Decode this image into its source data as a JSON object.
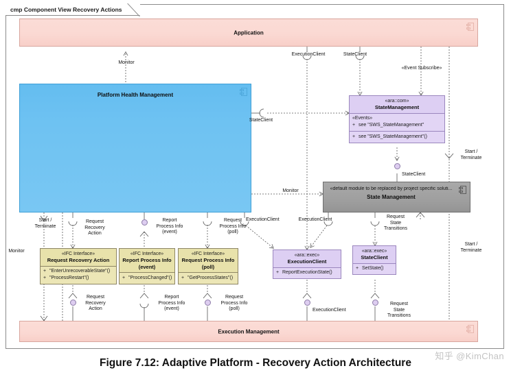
{
  "diagram": {
    "frame_label": "cmp Component View Recovery Actions",
    "caption": "Figure 7.12: Adaptive Platform - Recovery Action Architecture",
    "watermark": "知乎 @KimChan",
    "colors": {
      "band_fill": "#fbdcd6",
      "band_border": "#d8a69e",
      "phm_fill": "#6ec2f2",
      "phm_border": "#3f9fd6",
      "gray_fill": "#9f9f9f",
      "gray_border": "#6e6e6e",
      "yellow_fill": "#ece6b6",
      "yellow_border": "#8d8564",
      "purple_fill": "#e2d5f5",
      "purple_border": "#9a86bd",
      "ball_fill": "#ddcdf0",
      "wire": "#555555"
    }
  },
  "components": {
    "application": {
      "title": "Application",
      "icon": "component-icon"
    },
    "platform_health_management": {
      "title": "Platform Health Management",
      "icon": "component-icon"
    },
    "state_management_default": {
      "stereotype": "«default module to be replaced by project specific soluti...",
      "title": "State Management",
      "icon": "component-icon"
    },
    "execution_management": {
      "title": "Execution Management",
      "icon": "component-icon"
    }
  },
  "classifiers": [
    {
      "id": "request-recovery-action",
      "stereotype": "«IFC Interface»",
      "name": "Request Recovery Action",
      "name2": "",
      "operations": [
        "\"EnterUnrecoverableState\"()",
        "\"ProcessRestart\"()"
      ],
      "kind": "yellow"
    },
    {
      "id": "report-process-info",
      "stereotype": "«IFC Interface»",
      "name": "Report Process Info",
      "name2": "(event)",
      "operations": [
        "\"ProcessChanged\"()"
      ],
      "kind": "yellow"
    },
    {
      "id": "request-process-info",
      "stereotype": "«IFC Interface»",
      "name": "Request Process Info",
      "name2": "(poll)",
      "operations": [
        "\"GetProcessStates\"()"
      ],
      "kind": "yellow"
    },
    {
      "id": "execution-client",
      "stereotype": "«ara::exec»",
      "name": "ExecutionClient",
      "name2": "",
      "operations": [
        "ReportExecutionState()"
      ],
      "kind": "purple"
    },
    {
      "id": "state-client",
      "stereotype": "«ara::exec»",
      "name": "StateClient",
      "name2": "",
      "operations": [
        "SetState()"
      ],
      "kind": "purple"
    }
  ],
  "state_management_iface": {
    "stereotype": "«ara::com»",
    "name": "StateManagement",
    "events_label": "«Events»",
    "events": [
      "see \"SWS_StateManagement\""
    ],
    "operations": [
      "see \"SWS_StateManagement\"()"
    ]
  },
  "edge_labels": {
    "monitor_top": "Monitor",
    "monitor_left": "Monitor",
    "monitor_mid": "Monitor",
    "execution_client_app": "ExecutionClient",
    "state_client_app": "StateClient",
    "event_subscribe": "«Event Subscribe»",
    "state_client_phm": "StateClient",
    "state_client_sm": "StateClient",
    "start_terminate_left": "Start /\nTerminate",
    "start_terminate_right_top": "Start /\nTerminate",
    "start_terminate_right_bottom": "Start /\nTerminate",
    "request_recovery_action_top": "Request\nRecovery\nAction",
    "report_process_info_top": "Report\nProcess Info\n(event)",
    "request_process_info_top": "Request\nProcess Info\n(poll)",
    "execution_client_phm": "ExecutionClient",
    "execution_client_mid": "ExecutionClient",
    "request_state_transitions_top": "Request\nState\nTransitions",
    "request_recovery_action_bottom": "Request\nRecovery\nAction",
    "report_process_info_bottom": "Report\nProcess Info\n(event)",
    "request_process_info_bottom": "Request\nProcess Info\n(poll)",
    "execution_client_bottom": "ExecutionClient",
    "request_state_transitions_bottom": "Request\nState\nTransitions"
  }
}
